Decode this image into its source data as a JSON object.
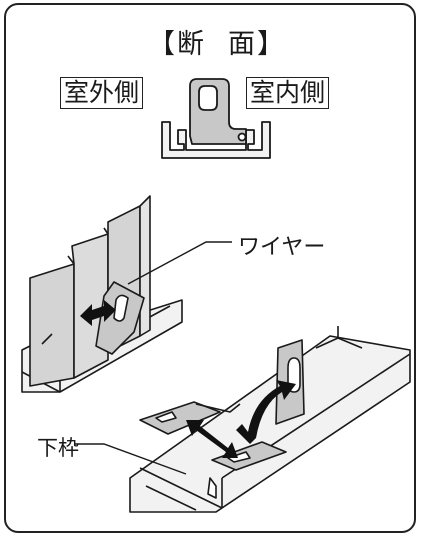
{
  "title": {
    "open_bracket": "【",
    "word_1": "断",
    "word_2": "面",
    "close_bracket": "】"
  },
  "labels": {
    "outdoor": "室外側",
    "indoor": "室内側",
    "wire": "ワイヤー",
    "lower_frame": "下枠"
  },
  "colors": {
    "part_fill": "#c8c8c8",
    "panel_fill": "#d4d4d4",
    "rail_fill": "#f2f2f2",
    "outline": "#1a1a1a",
    "arrow": "#111111"
  }
}
